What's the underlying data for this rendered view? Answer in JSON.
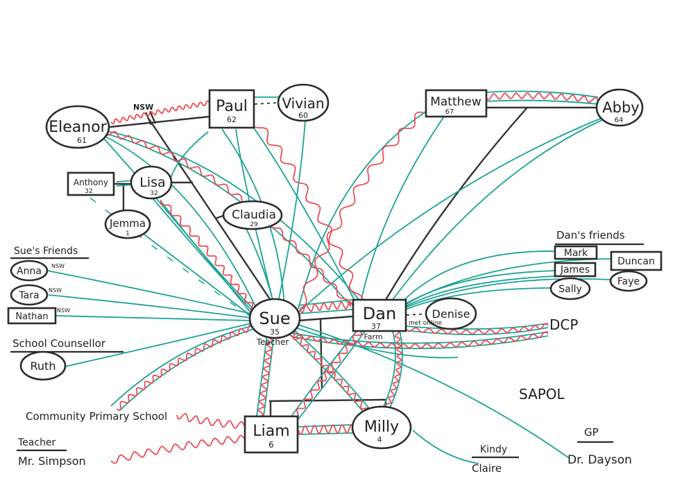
{
  "title": "Family Ecomap",
  "colors": {
    "ink": "#2b2b2b",
    "positive_tie": "#1aa394",
    "conflict_tie": "#ee4b55"
  },
  "nodes": [
    {
      "id": "eleanor",
      "name": "Eleanor",
      "age": "61",
      "shape": "ellipse"
    },
    {
      "id": "paul",
      "name": "Paul",
      "age": "62",
      "shape": "rect"
    },
    {
      "id": "vivian",
      "name": "Vivian",
      "age": "60",
      "shape": "ellipse"
    },
    {
      "id": "matthew",
      "name": "Matthew",
      "age": "67",
      "shape": "rect"
    },
    {
      "id": "abby",
      "name": "Abby",
      "age": "64",
      "shape": "ellipse"
    },
    {
      "id": "anthony",
      "name": "Anthony",
      "age": "32",
      "shape": "rect"
    },
    {
      "id": "lisa",
      "name": "Lisa",
      "age": "32",
      "shape": "ellipse"
    },
    {
      "id": "jemma",
      "name": "Jemma",
      "age": "1",
      "shape": "ellipse"
    },
    {
      "id": "claudia",
      "name": "Claudia",
      "age": "29",
      "shape": "ellipse"
    },
    {
      "id": "sue",
      "name": "Sue",
      "age": "35",
      "note": "Teacher",
      "shape": "ellipse"
    },
    {
      "id": "dan",
      "name": "Dan",
      "age": "37",
      "note": "Farm",
      "shape": "rect"
    },
    {
      "id": "denise",
      "name": "Denise",
      "age": "",
      "shape": "ellipse"
    },
    {
      "id": "liam",
      "name": "Liam",
      "age": "6",
      "shape": "rect"
    },
    {
      "id": "milly",
      "name": "Milly",
      "age": "4",
      "shape": "ellipse"
    }
  ],
  "groups": {
    "sues_friends": {
      "heading": "Sue's Friends",
      "members": [
        {
          "name": "Anna",
          "tag": "NSW",
          "shape": "ellipse"
        },
        {
          "name": "Tara",
          "tag": "NSW",
          "shape": "ellipse"
        },
        {
          "name": "Nathan",
          "tag": "NSW",
          "shape": "rect"
        }
      ]
    },
    "school_counsellor": {
      "heading": "School Counsellor",
      "name": "Ruth"
    },
    "dans_friends": {
      "heading": "Dan's friends",
      "members": [
        {
          "name": "Mark",
          "shape": "rect"
        },
        {
          "name": "Duncan",
          "shape": "rect"
        },
        {
          "name": "James",
          "shape": "rect"
        },
        {
          "name": "Faye",
          "shape": "ellipse"
        },
        {
          "name": "Sally",
          "shape": "ellipse"
        }
      ]
    },
    "teacher": {
      "heading": "Teacher",
      "name": "Mr. Simpson"
    },
    "kindy": {
      "heading": "Kindy",
      "name": "Claire"
    },
    "gp": {
      "heading": "GP",
      "name": "Dr. Dayson"
    }
  },
  "labels": {
    "nsw_eleanor_paul": "NSW",
    "met_online": "met online",
    "dcp": "DCP",
    "sapol": "SAPOL",
    "school": "Community Primary School"
  }
}
